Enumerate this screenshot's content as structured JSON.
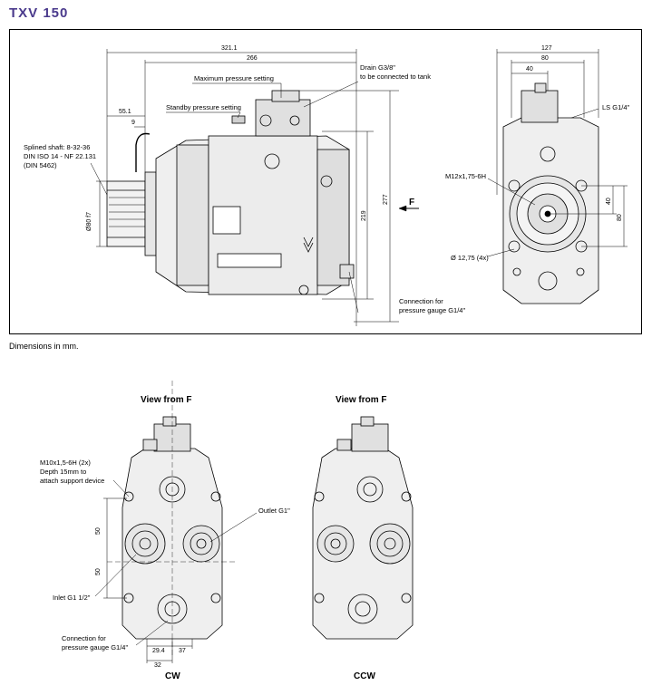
{
  "title": "TXV 150",
  "caption": "Dimensions in mm.",
  "top": {
    "dims": {
      "d321": "321.1",
      "d266": "266",
      "d55": "55.1",
      "d9": "9",
      "d219": "219",
      "d277": "277",
      "d127": "127",
      "d80top": "80",
      "d40top": "40",
      "d40side": "40",
      "d80side": "80",
      "d80shaft": "Ø80 f7"
    },
    "labels": {
      "max_pressure": "Maximum pressure setting",
      "standby": "Standby pressure setting",
      "drain_1": "Drain G3/8\"",
      "drain_2": "to be connected to tank",
      "shaft_1": "Splined shaft: 8-32-36",
      "shaft_2": "DIN ISO 14 - NF 22.131",
      "shaft_3": "(DIN 5462)",
      "force": "F",
      "gauge_1": "Connection for",
      "gauge_2": "pressure gauge G1/4\"",
      "ls": "LS G1/4\"",
      "m12": "M12x1,75-6H",
      "holes": "Ø 12,75 (4x)"
    }
  },
  "bottom": {
    "left_header": "View from F",
    "right_header": "View from F",
    "left_footer": "CW",
    "right_footer": "CCW",
    "labels": {
      "m10_1": "M10x1,5-6H (2x)",
      "m10_2": "Depth 15mm to",
      "m10_3": "attach support device",
      "outlet": "Outlet G1\"",
      "inlet": "Inlet G1 1/2\"",
      "gauge_1": "Connection for",
      "gauge_2": "pressure gauge G1/4\""
    },
    "dims": {
      "d50a": "50",
      "d50b": "50",
      "d29": "29.4",
      "d37": "37",
      "d32": "32"
    }
  }
}
